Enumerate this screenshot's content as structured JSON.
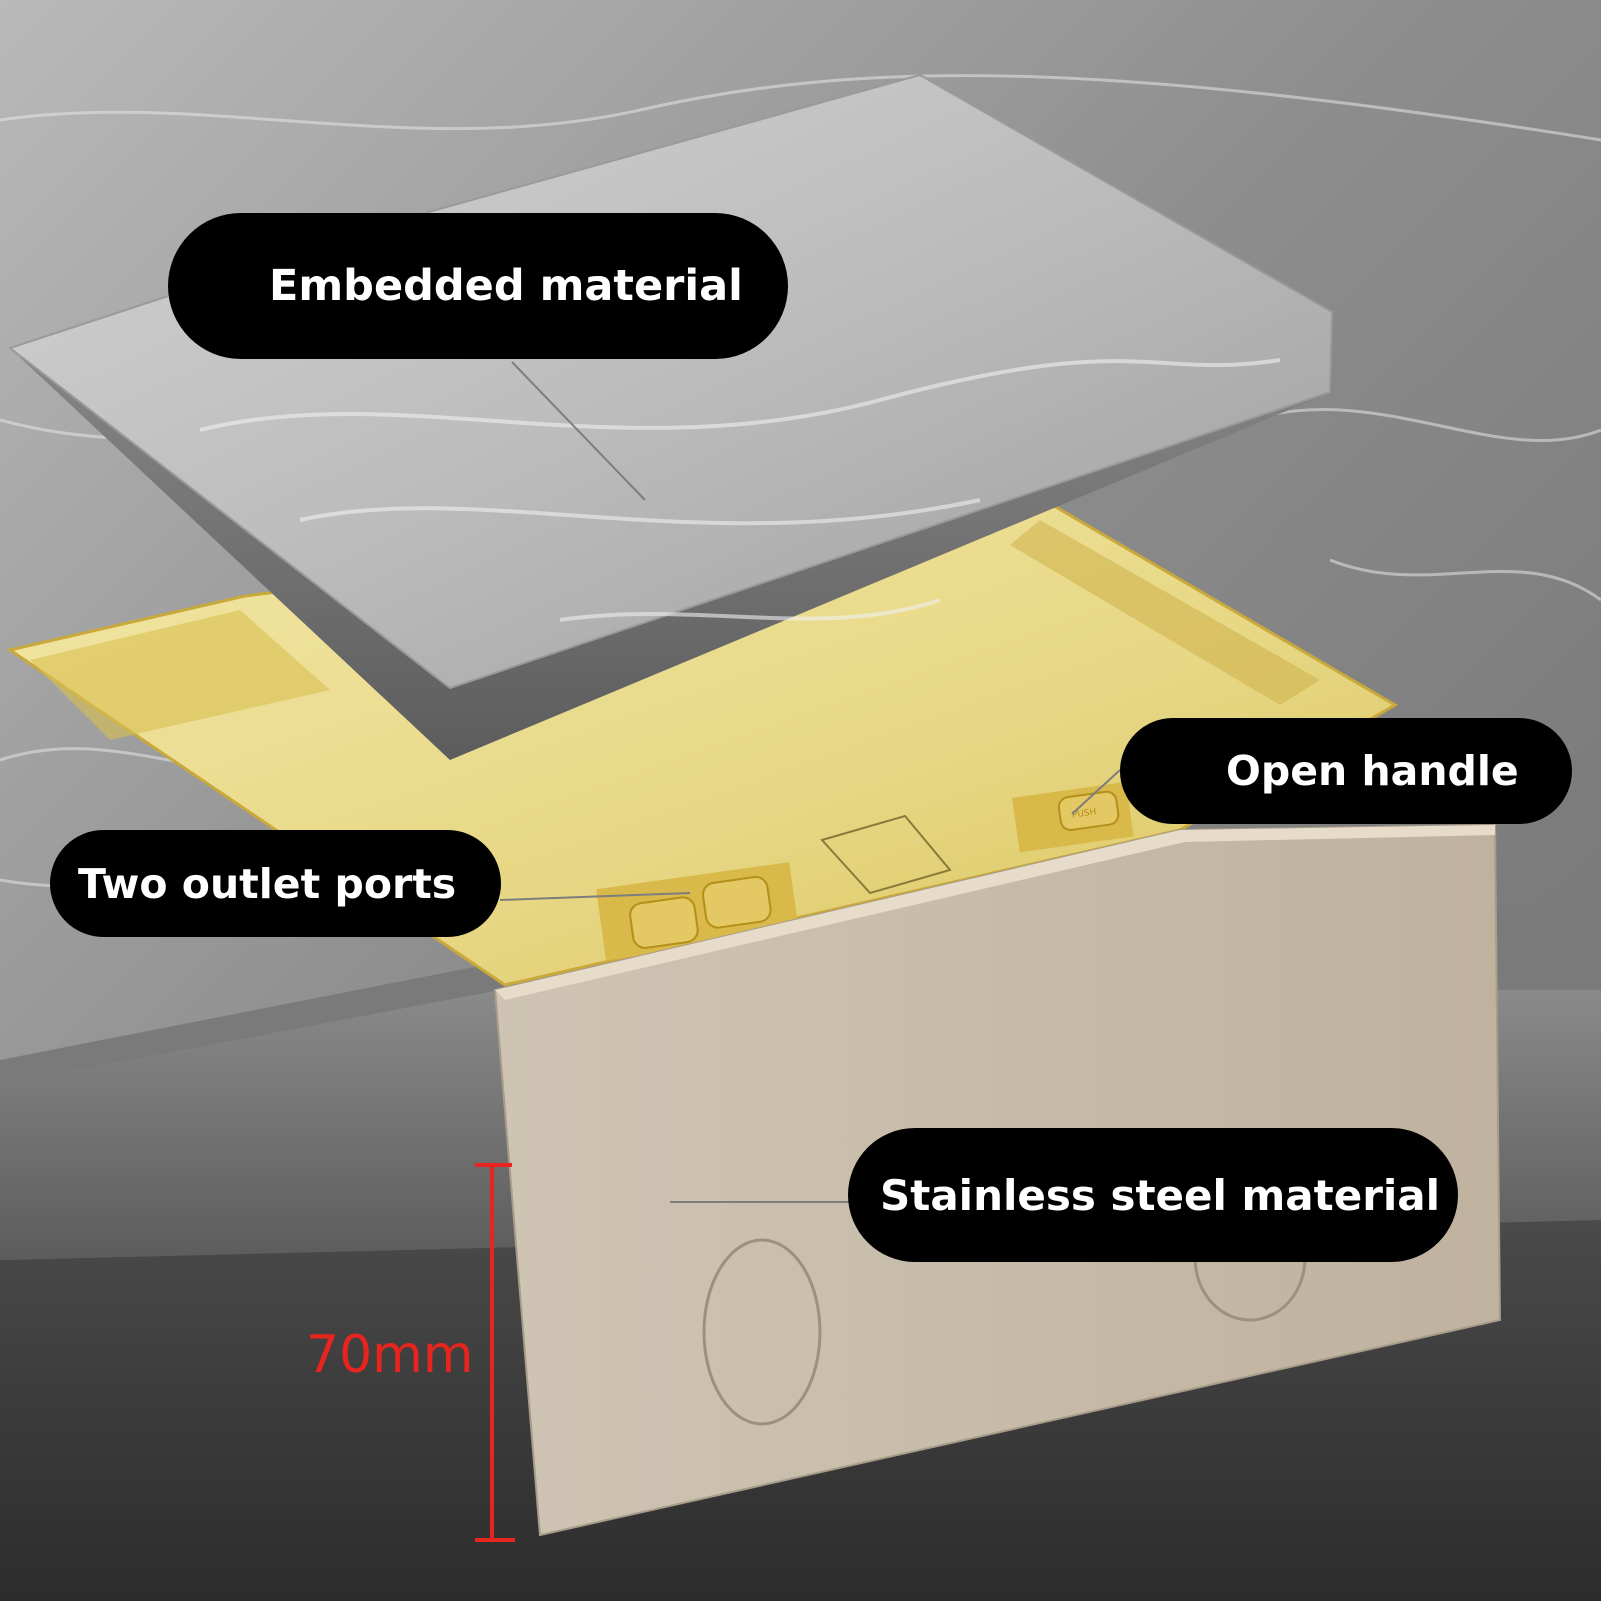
{
  "callouts": {
    "embedded": "Embedded material",
    "open_handle": "Open handle",
    "outlet_ports": "Two outlet ports",
    "stainless": "Stainless steel material"
  },
  "dimension": {
    "label": "70mm",
    "color": "#e8241e"
  },
  "buttons": {
    "push_label": "PUSH"
  },
  "colors": {
    "marble_light": "#c9c9c9",
    "marble_dark": "#5a5a5a",
    "brass": "#e9db8a",
    "brass_edge": "#c9a93a",
    "steel": "#c9bdaa",
    "callout_bg": "#000000",
    "callout_text": "#ffffff"
  }
}
